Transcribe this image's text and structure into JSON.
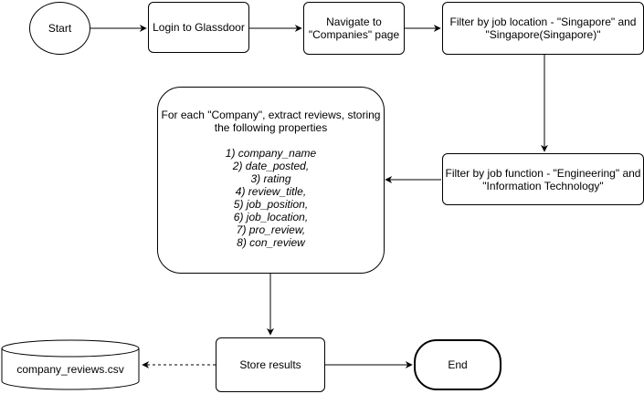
{
  "diagram": {
    "nodes": {
      "start": {
        "label": "Start"
      },
      "login": {
        "label": "Login to Glassdoor"
      },
      "navigate": {
        "label": "Navigate to\n\"Companies\" page"
      },
      "filter_location": {
        "label": "Filter by job location - \"Singapore\" and\n\"Singapore(Singapore)\""
      },
      "filter_function": {
        "label": "Filter by job function - \"Engineering\" and\n\"Information Technology\""
      },
      "extract": {
        "intro": "For each \"Company\", extract reviews, storing\nthe following properties",
        "properties": [
          "1) company_name",
          "2) date_posted,",
          "3) rating",
          "4) review_title,",
          "5) job_position,",
          "6) job_location,",
          "7) pro_review,",
          "8) con_review"
        ]
      },
      "store": {
        "label": "Store results"
      },
      "end": {
        "label": "End"
      },
      "csv": {
        "label": "company_reviews.csv"
      }
    }
  }
}
